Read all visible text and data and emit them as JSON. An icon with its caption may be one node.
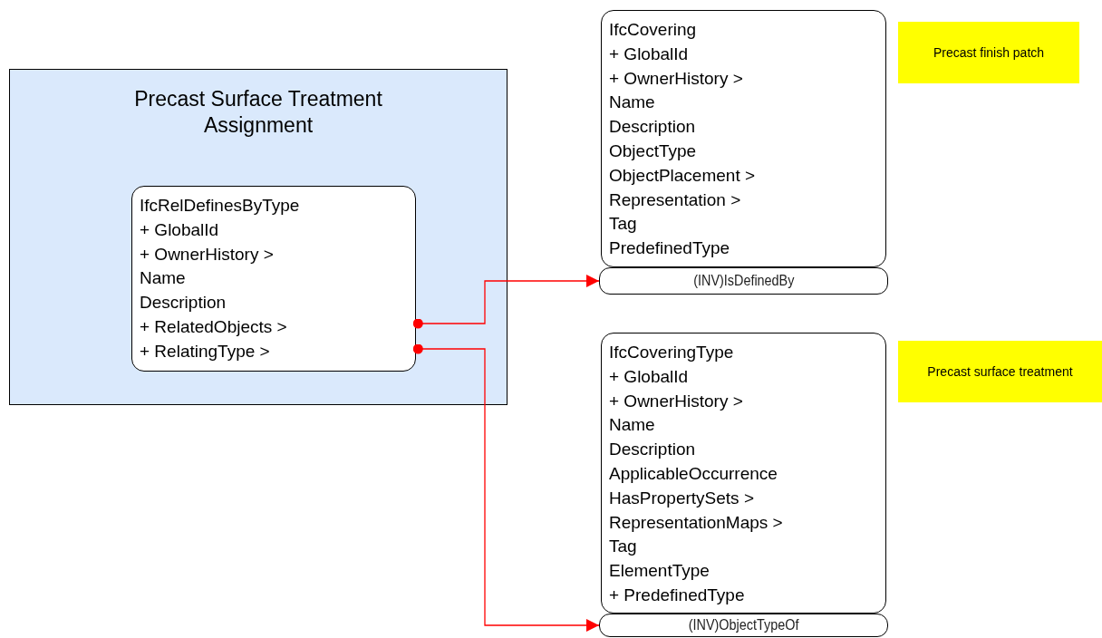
{
  "diagram": {
    "nodes": [
      {
        "text": [
          "Precast Surface Treatment Assignment"
        ]
      },
      {
        "text": [
          "IfcRelDefinesByType",
          "+ GlobalId",
          "+ OwnerHistory >",
          "Name",
          "Description",
          "+ RelatedObjects >",
          "+ RelatingType >"
        ],
        "in": 0
      },
      {
        "text": [
          "IfcCovering",
          "+ GlobalId",
          "+ OwnerHistory >",
          "Name",
          "Description",
          "ObjectType",
          "ObjectPlacement >",
          "Representation >",
          "Tag",
          "PredefinedType"
        ]
      },
      {
        "text": [
          "(INV)IsDefinedBy"
        ]
      },
      {
        "text": [
          "Precast finish patch"
        ]
      },
      {
        "text": [
          "IfcCoveringType",
          "+ GlobalId",
          "+ OwnerHistory >",
          "Name",
          "Description",
          "ApplicableOccurrence",
          "HasPropertySets >",
          "RepresentationMaps >",
          "Tag",
          "ElementType",
          "+ PredefinedType"
        ]
      },
      {
        "text": [
          "(INV)ObjectTypeOf"
        ]
      },
      {
        "text": [
          "Precast surface treatment"
        ]
      }
    ],
    "edges": [
      {
        "from": 1,
        "to": 3,
        "arrow": "to",
        "color": "#ff0000"
      },
      {
        "from": 1,
        "to": 6,
        "arrow": "to",
        "color": "#ff0000"
      }
    ]
  }
}
